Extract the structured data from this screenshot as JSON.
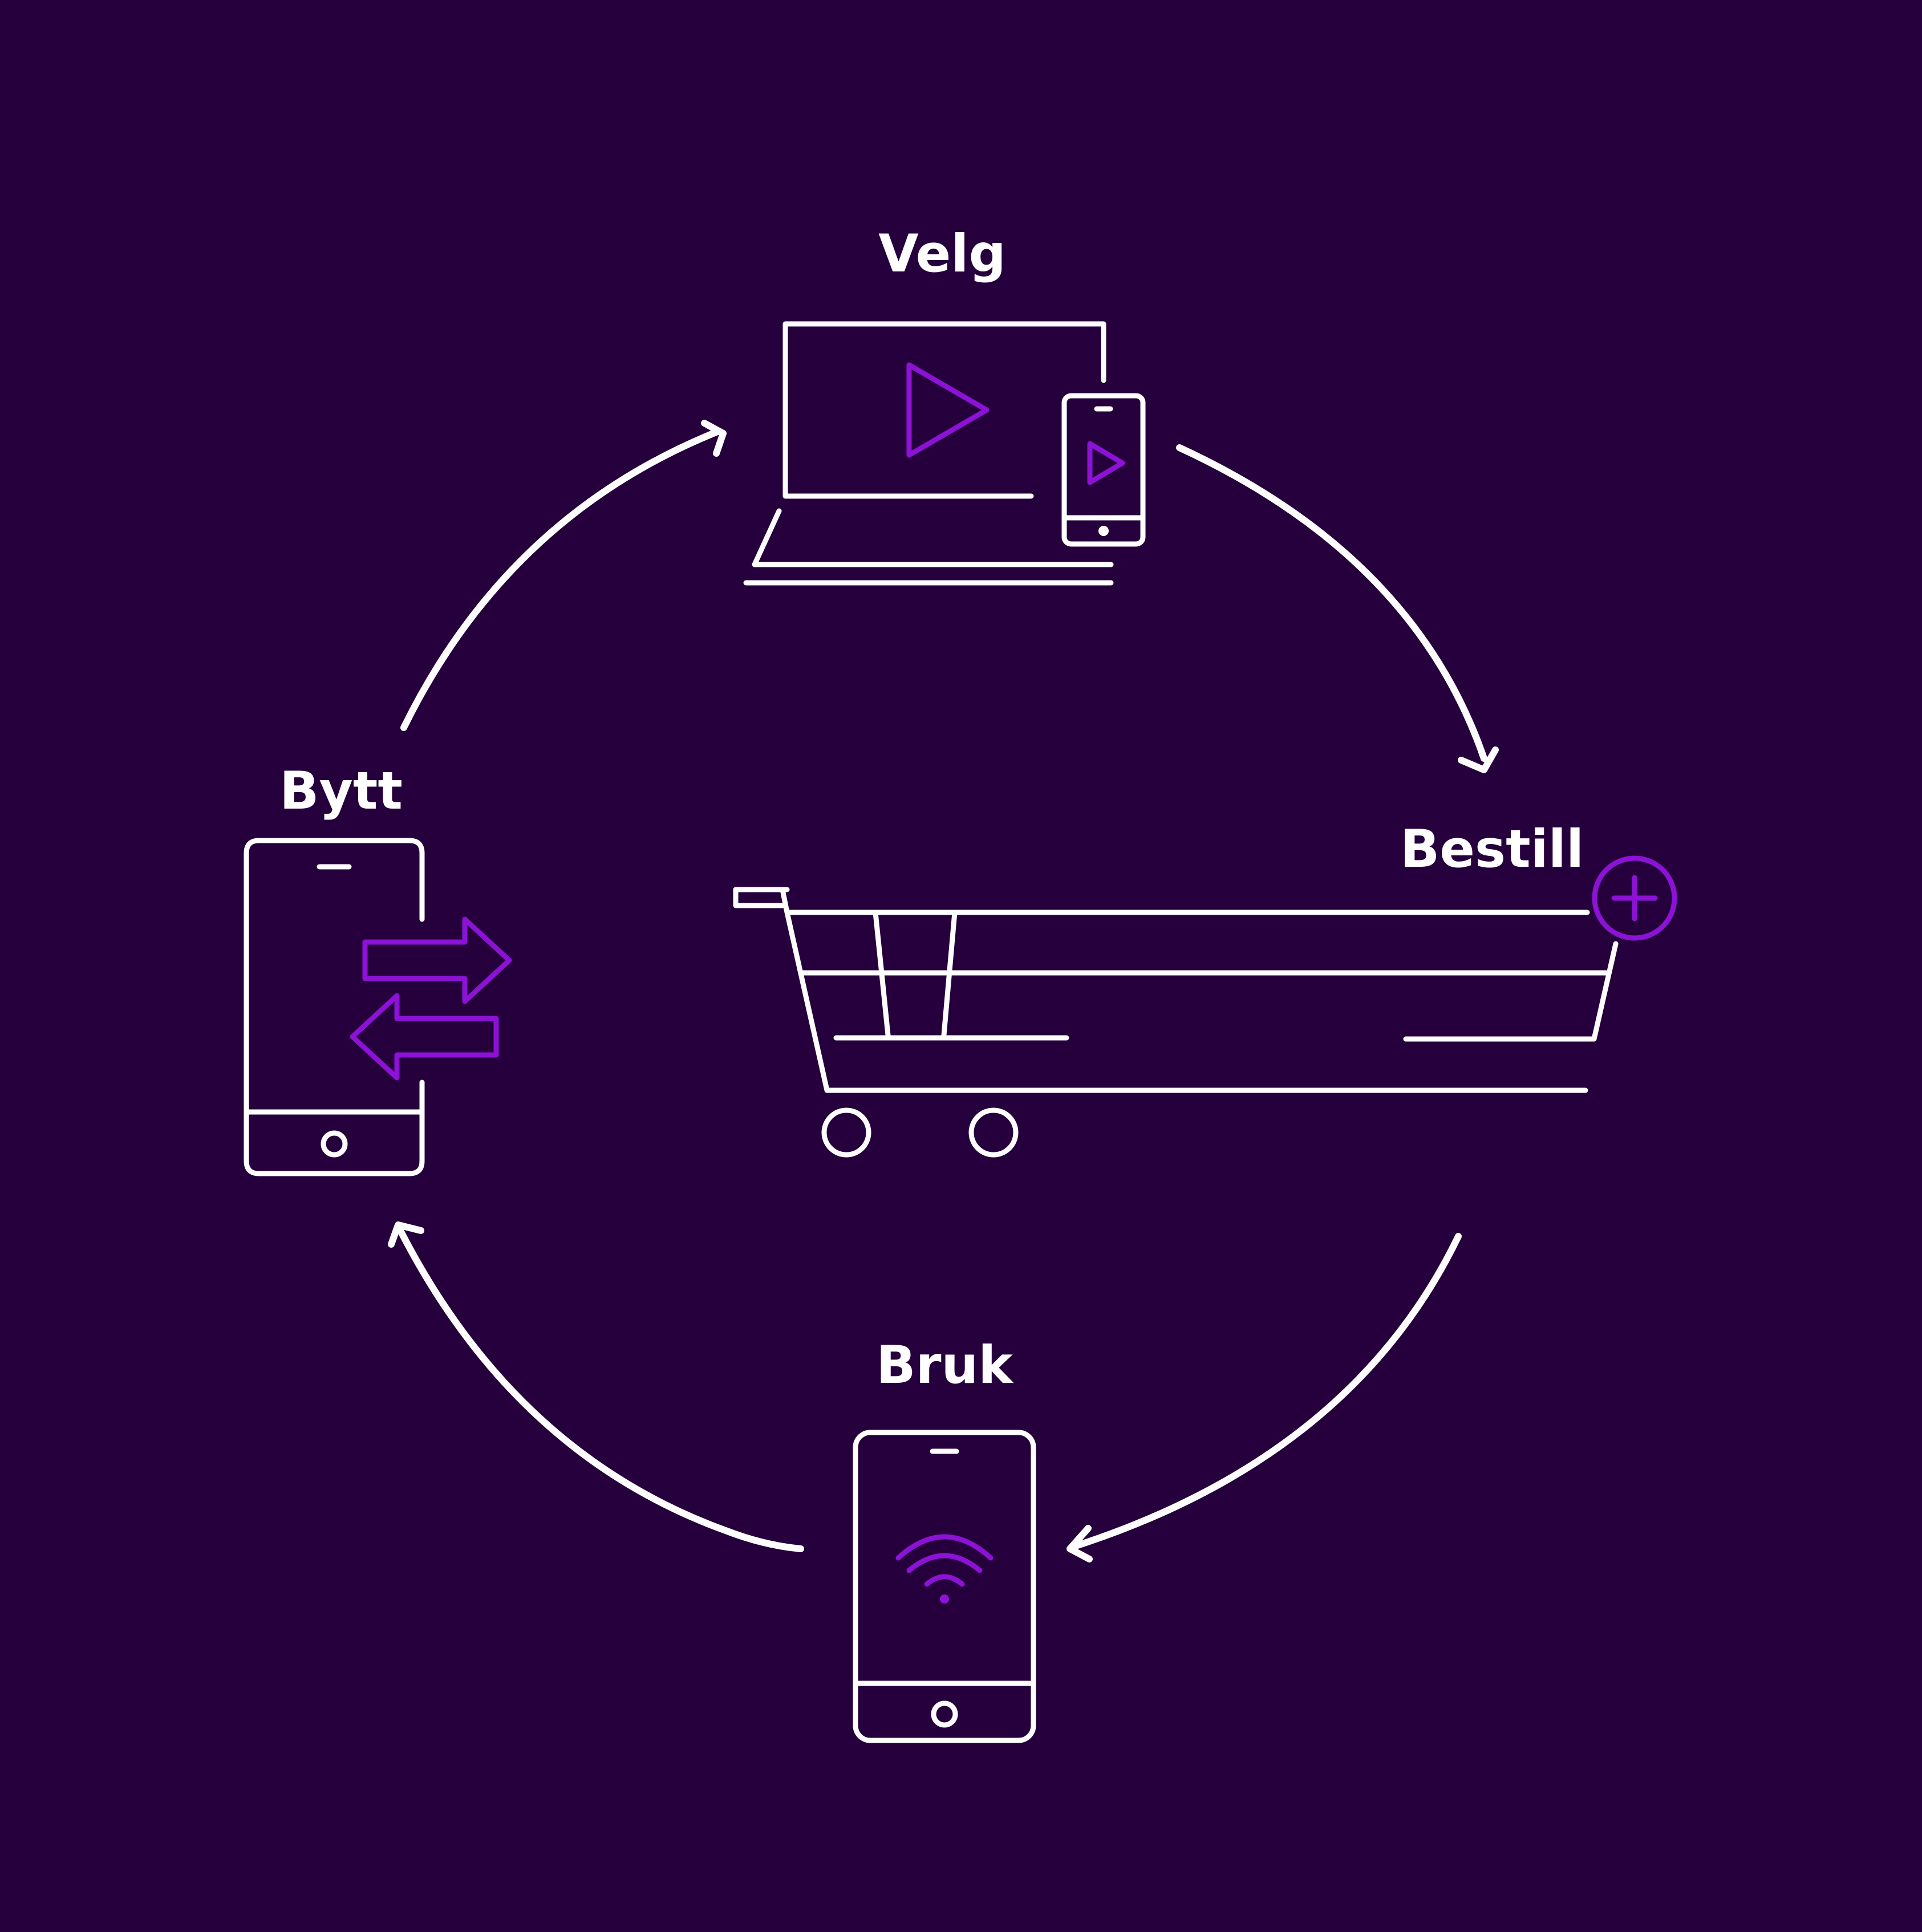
{
  "steps": {
    "velg": {
      "label": "Velg",
      "icon": "laptop-and-phone-play-icon"
    },
    "bestill": {
      "label": "Bestill",
      "icon": "shopping-cart-plus-icon"
    },
    "bruk": {
      "label": "Bruk",
      "icon": "phone-wifi-icon"
    },
    "bytt": {
      "label": "Bytt",
      "icon": "phone-swap-arrows-icon"
    }
  },
  "flow": [
    "Velg",
    "Bestill",
    "Bruk",
    "Bytt"
  ],
  "colors": {
    "background": "#26003d",
    "line": "#ffffff",
    "accent": "#8c12d6"
  }
}
